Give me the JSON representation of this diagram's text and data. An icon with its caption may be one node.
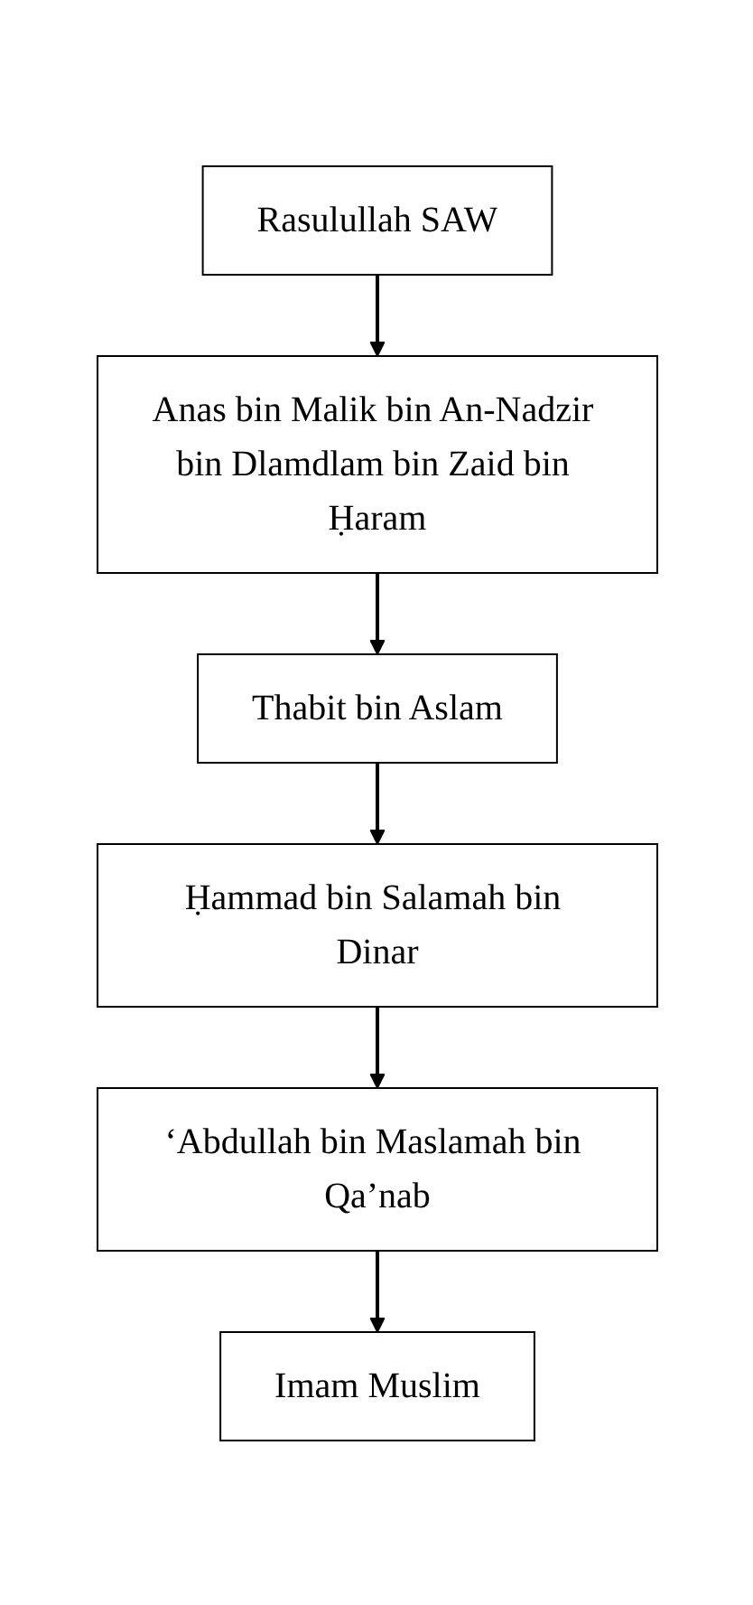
{
  "diagram": {
    "nodes": [
      {
        "text": [
          "Rasulullah SAW"
        ]
      },
      {
        "text": [
          "Anas bin Malik bin An-Nadzir bin Dlamdlam bin Zaid bin Ḥaram"
        ]
      },
      {
        "text": [
          "Thabit bin Aslam"
        ]
      },
      {
        "text": [
          "Ḥammad bin Salamah bin Dinar"
        ]
      },
      {
        "text": [
          "‘Abdullah bin Maslamah bin Qa’nab"
        ]
      },
      {
        "text": [
          "Imam Muslim"
        ]
      }
    ],
    "edges": [
      {
        "from": 0,
        "to": 1,
        "arrow": "to"
      },
      {
        "from": 1,
        "to": 2,
        "arrow": "to"
      },
      {
        "from": 2,
        "to": 3,
        "arrow": "to"
      },
      {
        "from": 3,
        "to": 4,
        "arrow": "to"
      },
      {
        "from": 4,
        "to": 5,
        "arrow": "to"
      }
    ]
  }
}
